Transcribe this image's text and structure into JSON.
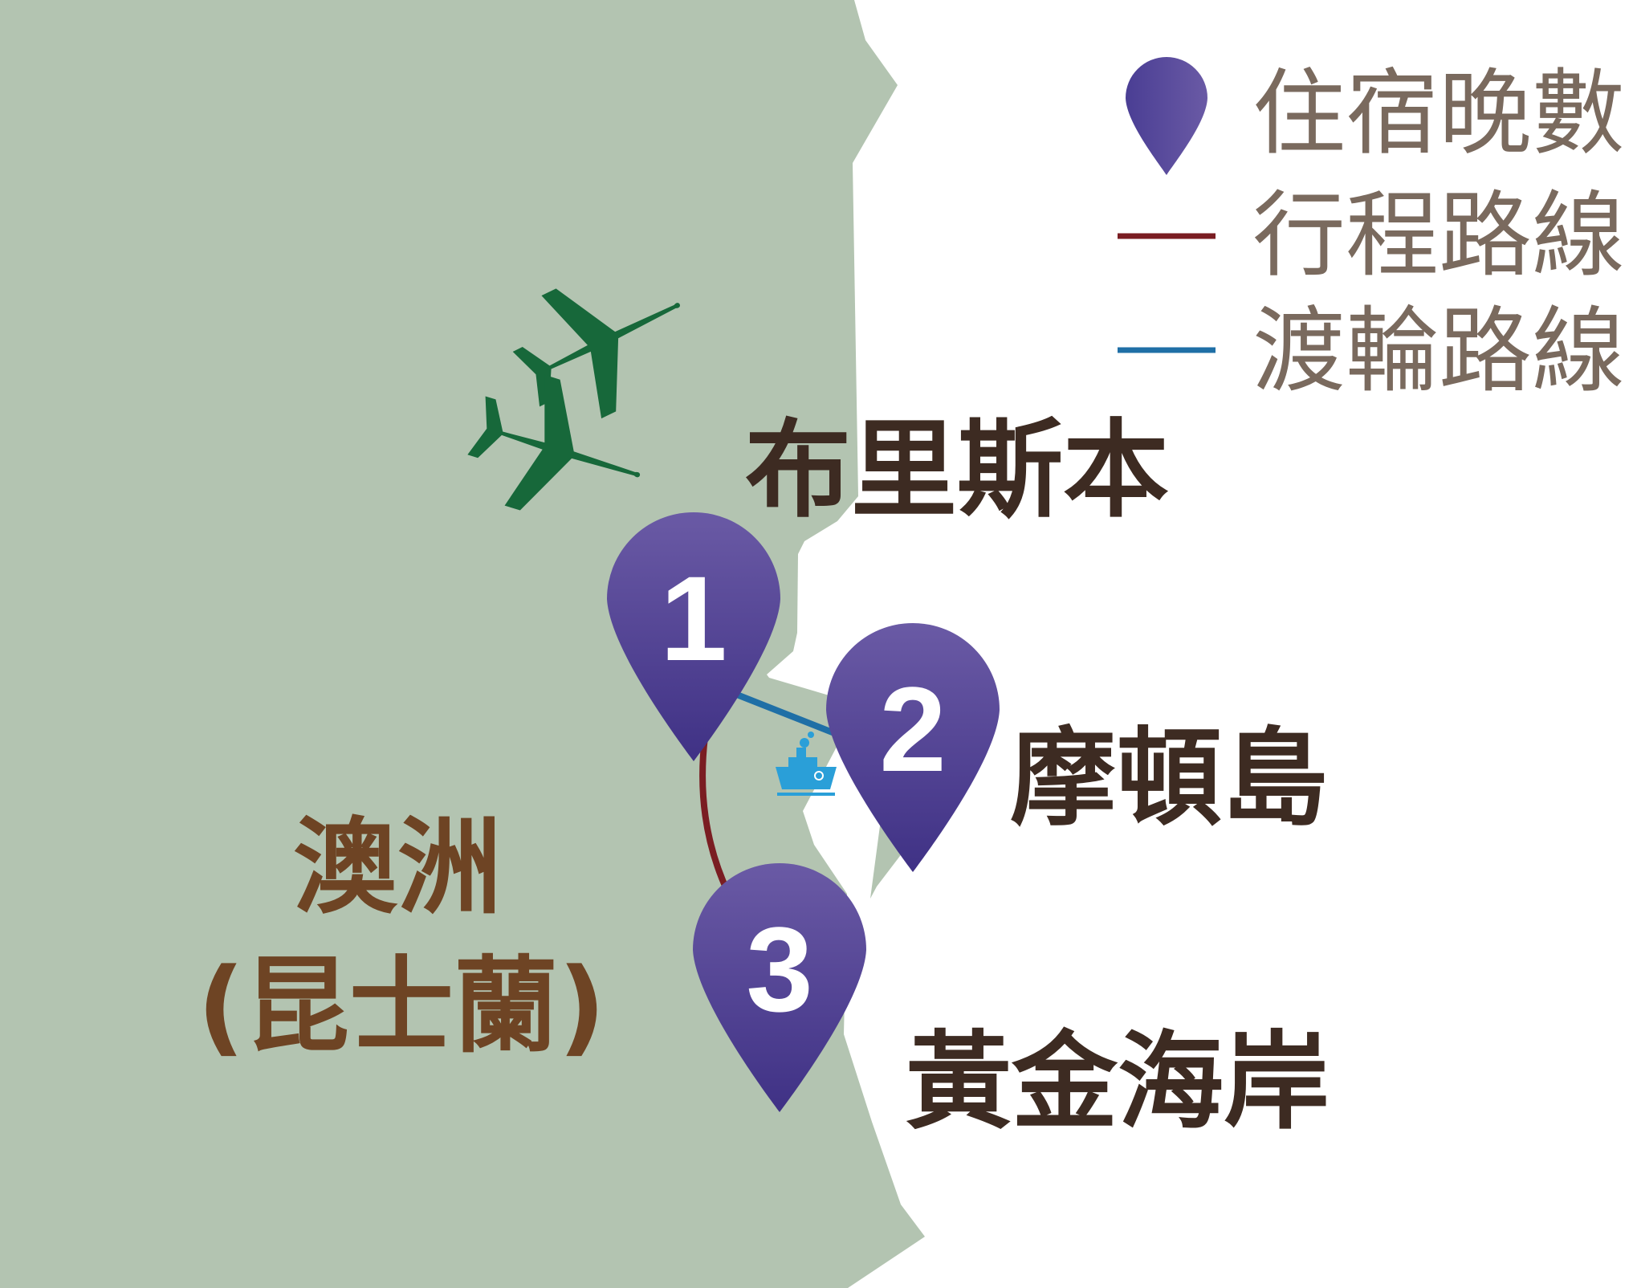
{
  "legend": {
    "items": [
      {
        "icon": "map-pin-icon",
        "label": "住宿晚數",
        "color": "#4d4095"
      },
      {
        "icon": "red-route-line-icon",
        "label": "行程路線",
        "color": "#7a1d22"
      },
      {
        "icon": "blue-ferry-line-icon",
        "label": "渡輪路線",
        "color": "#1f6fa6"
      }
    ]
  },
  "places": {
    "brisbane": "布里斯本",
    "moreton": "摩頓島",
    "gold_coast": "黃金海岸"
  },
  "region": {
    "line1": "澳洲",
    "line2": "(昆士蘭)"
  },
  "pins": [
    {
      "number": "1",
      "place": "布里斯本"
    },
    {
      "number": "2",
      "place": "摩頓島"
    },
    {
      "number": "3",
      "place": "黃金海岸"
    }
  ],
  "icons": {
    "airplanes": "airplane-icon",
    "ferry": "ferry-boat-icon"
  },
  "colors": {
    "land": "#b3c4b1",
    "sea": "#ffffff",
    "pin_top": "#6a5aa5",
    "pin_bottom": "#3f3185",
    "route": "#7a1d22",
    "ferry_route": "#1f6fa6",
    "airplane": "#17683a",
    "ferry_icon": "#2a9fd8",
    "place_text": "#3d2b22",
    "region_text": "#6e4424",
    "legend_text": "#7a6a5e"
  }
}
